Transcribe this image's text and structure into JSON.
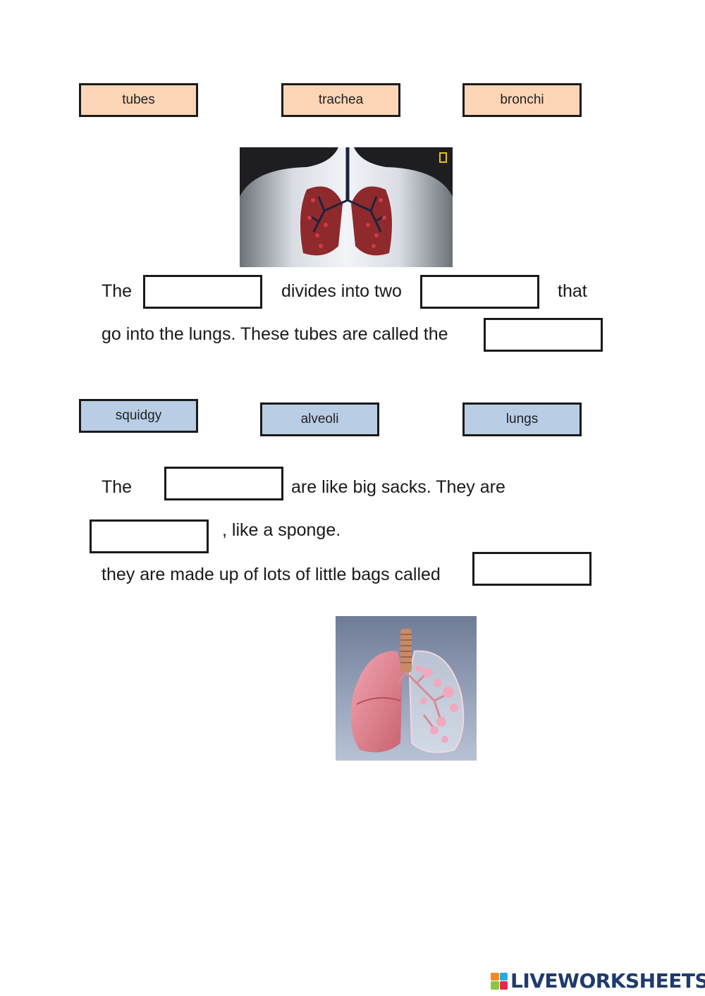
{
  "section1": {
    "chips": [
      "tubes",
      "trachea",
      "bronchi"
    ],
    "sentence": {
      "part1": "The",
      "part2": "divides into two",
      "part3": "that",
      "part4": "go into the lungs. These tubes are called the"
    }
  },
  "section2": {
    "chips": [
      "squidgy",
      "alveoli",
      "lungs"
    ],
    "sentence": {
      "part1": "The",
      "part2": "are like big sacks. They are",
      "part3": ", like a sponge.",
      "part4": "they are made up of lots of little bags called"
    }
  },
  "images": {
    "chest": "chest-lungs-illustration",
    "lungs": "lungs-alveoli-illustration"
  },
  "footer": {
    "brand": "LIVEWORKSHEETS"
  },
  "colors": {
    "chip_orange": "#fbd5b5",
    "chip_blue": "#b9cde5",
    "border": "#1a1a1a",
    "brand_blue": "#1f3a6e"
  }
}
